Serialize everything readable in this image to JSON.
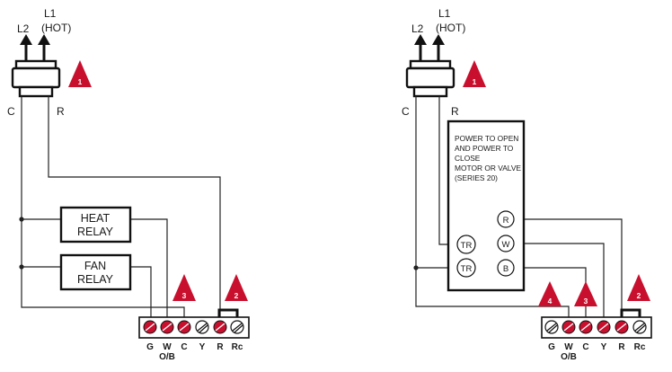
{
  "left": {
    "plug": {
      "l2": "L2",
      "l1": "L1",
      "hot": "(HOT)",
      "c": "C",
      "r": "R",
      "badge": "1"
    },
    "relays": {
      "heat": [
        "HEAT",
        "RELAY"
      ],
      "fan": [
        "FAN",
        "RELAY"
      ]
    },
    "badges": {
      "b3": "3",
      "b2": "2"
    },
    "terminals": [
      "G",
      "W",
      "C",
      "Y",
      "R",
      "Rc"
    ],
    "ob": "O/B"
  },
  "right": {
    "plug": {
      "l2": "L2",
      "l1": "L1",
      "hot": "(HOT)",
      "c": "C",
      "r": "R",
      "badge": "1"
    },
    "motor": {
      "lines": [
        "POWER TO OPEN",
        "AND POWER TO",
        "CLOSE",
        "MOTOR OR VALVE",
        "(SERIES 20)"
      ],
      "nodes": {
        "r": "R",
        "w": "W",
        "b": "B",
        "tr1": "TR",
        "tr2": "TR"
      }
    },
    "badges": {
      "b4": "4",
      "b3": "3",
      "b2": "2"
    },
    "terminals": [
      "G",
      "W",
      "C",
      "Y",
      "R",
      "Rc"
    ],
    "ob": "O/B"
  },
  "colors": {
    "accent": "#c8102e",
    "wire": "#222222"
  }
}
